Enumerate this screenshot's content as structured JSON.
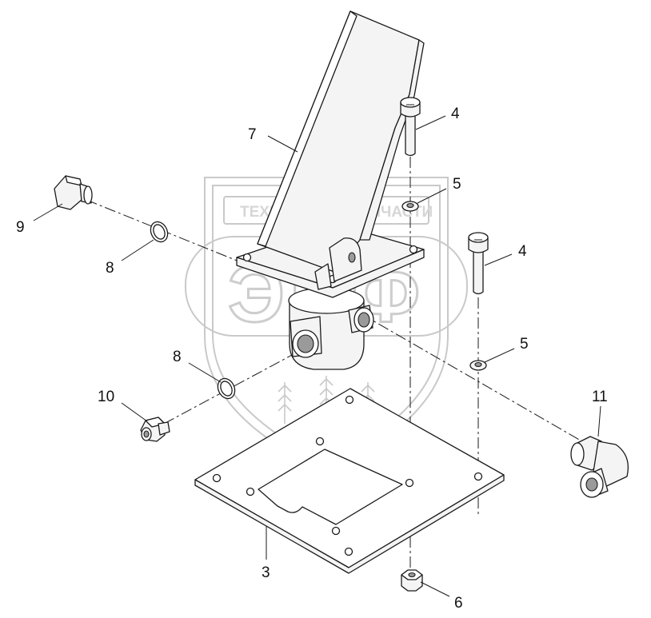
{
  "watermark": {
    "banner_left": "ТЕХНИКА",
    "banner_right": "ЗАПЧАСТИ",
    "logo": "ЭПФ",
    "gear_icon": "gear-icon"
  },
  "callouts": [
    {
      "id": "c3",
      "text": "3"
    },
    {
      "id": "c4a",
      "text": "4"
    },
    {
      "id": "c4b",
      "text": "4"
    },
    {
      "id": "c5a",
      "text": "5"
    },
    {
      "id": "c5b",
      "text": "5"
    },
    {
      "id": "c6",
      "text": "6"
    },
    {
      "id": "c7",
      "text": "7"
    },
    {
      "id": "c8a",
      "text": "8"
    },
    {
      "id": "c8b",
      "text": "8"
    },
    {
      "id": "c9",
      "text": "9"
    },
    {
      "id": "c10",
      "text": "10"
    },
    {
      "id": "c11",
      "text": "11"
    }
  ],
  "colors": {
    "line": "#1a1a1a",
    "part_fill": "#f4f4f4",
    "watermark": "#cfcfcf"
  }
}
